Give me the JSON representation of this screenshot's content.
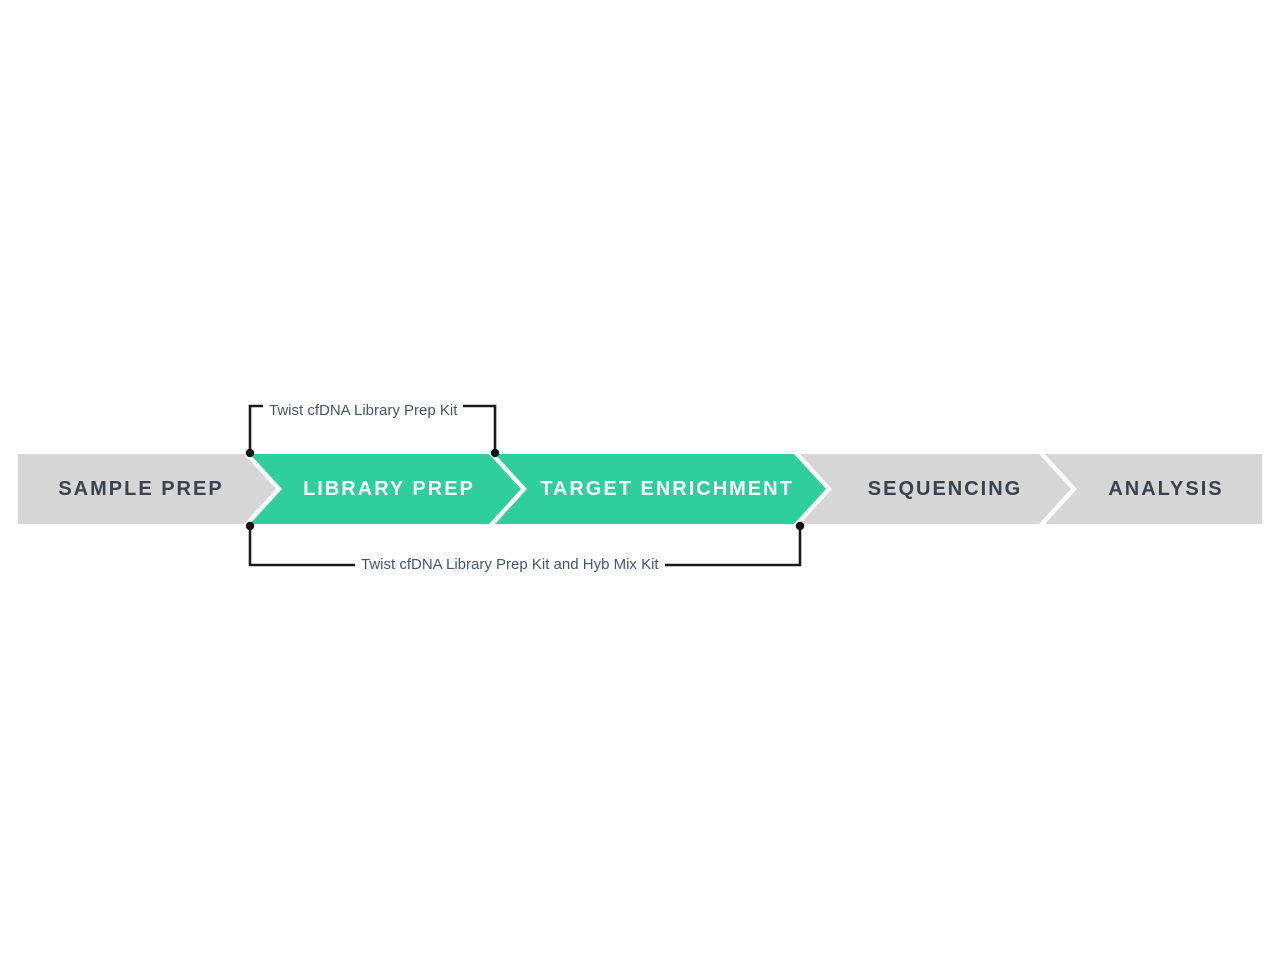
{
  "diagram": {
    "title": "NGS workflow process bar",
    "colors": {
      "active_fill": "#2fcf9b",
      "inactive_fill": "#d6d6d6",
      "active_text": "#ffffff",
      "inactive_text": "#3a424e",
      "annotation_text": "#46566a",
      "annotation_line": "#1b1b1b",
      "background": "#ffffff",
      "separator": "#ffffff"
    },
    "steps": [
      {
        "label": "SAMPLE PREP",
        "state": "inactive"
      },
      {
        "label": "LIBRARY PREP",
        "state": "active"
      },
      {
        "label": "TARGET ENRICHMENT",
        "state": "active"
      },
      {
        "label": "SEQUENCING",
        "state": "inactive"
      },
      {
        "label": "ANALYSIS",
        "state": "inactive"
      }
    ],
    "annotations": [
      {
        "text": "Twist cfDNA Library Prep Kit",
        "position": "above",
        "spans_steps": [
          "LIBRARY PREP"
        ]
      },
      {
        "text": "Twist cfDNA Library Prep Kit and Hyb Mix Kit",
        "position": "below",
        "spans_steps": [
          "LIBRARY PREP",
          "TARGET ENRICHMENT"
        ]
      }
    ]
  }
}
